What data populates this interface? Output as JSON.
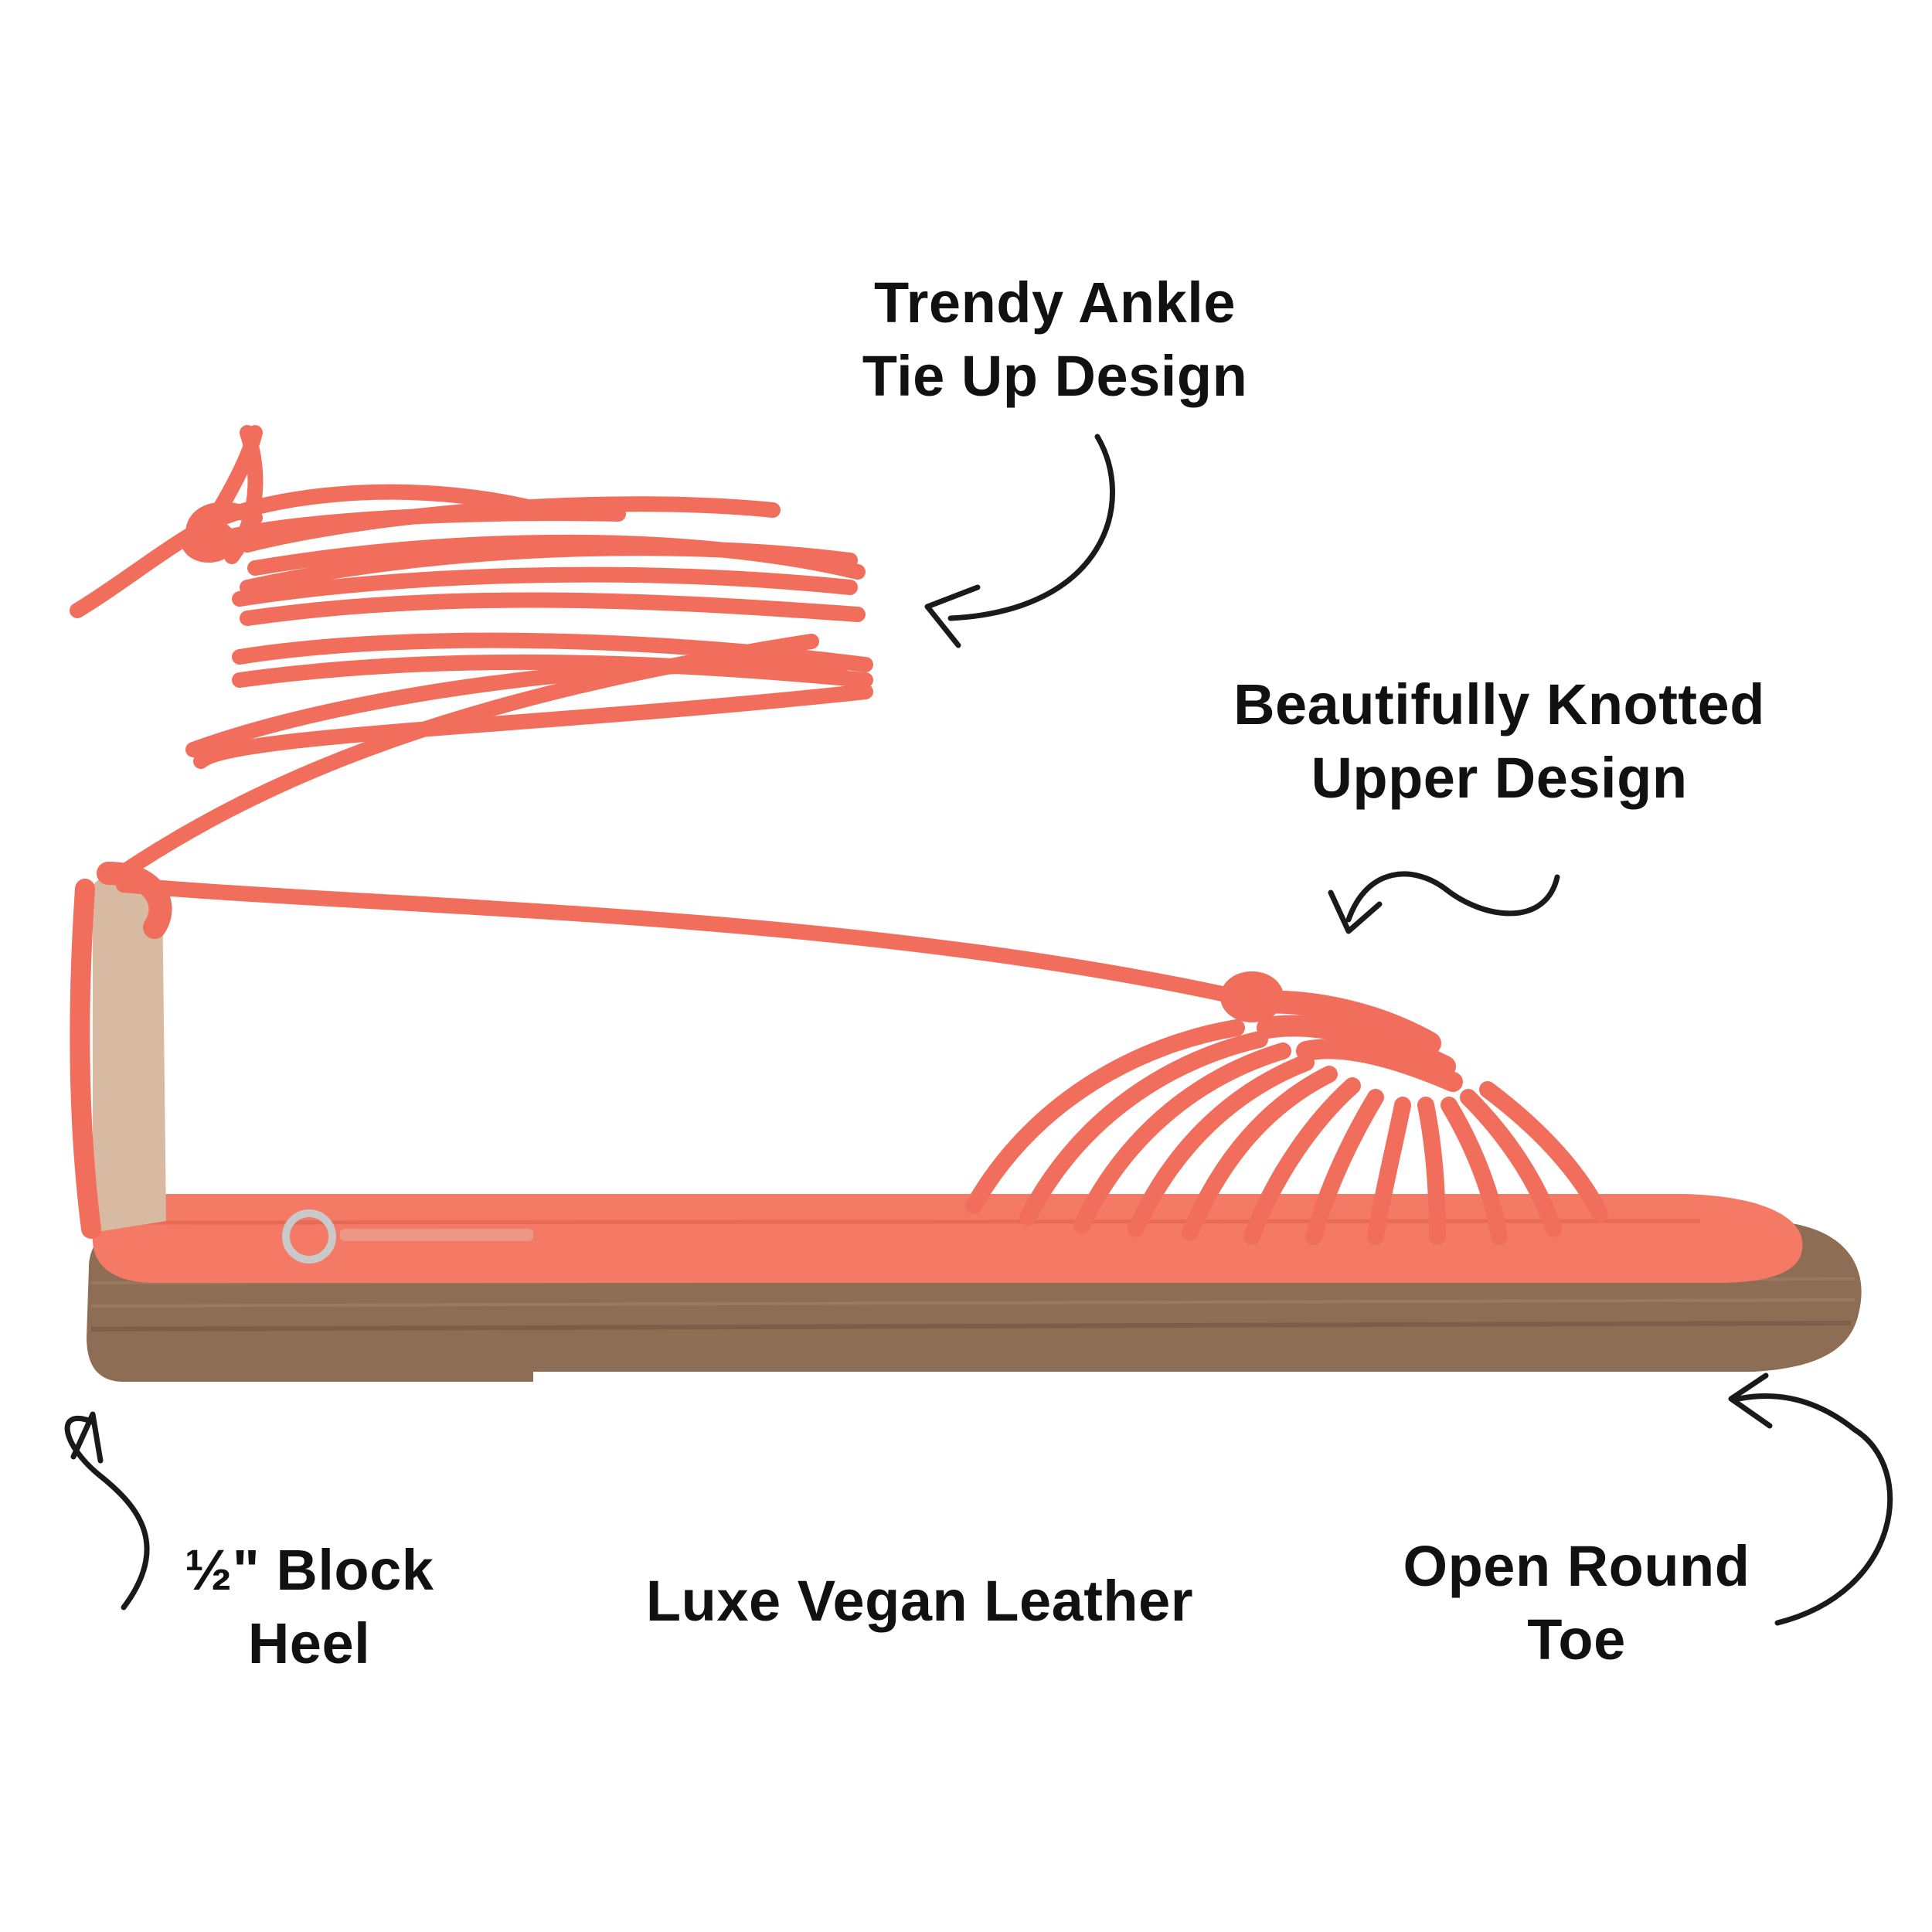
{
  "callouts": {
    "ankle": {
      "line1": "Trendy Ankle",
      "line2": "Tie Up Design"
    },
    "knot": {
      "line1": "Beautifully Knotted",
      "line2": "Upper Design"
    },
    "heel": {
      "line1": "½\" Block",
      "line2": "Heel"
    },
    "vegan": {
      "line1": "Luxe Vegan Leather"
    },
    "toe": {
      "line1": "Open Round",
      "line2": "Toe"
    }
  },
  "colors": {
    "strap": "#F26E5C",
    "strap_shadow": "#D9574A",
    "footbed": "#F47A66",
    "sole": "#8E6D55",
    "sole_dark": "#6E5240",
    "heel_lining": "#D8B9A2",
    "text": "#111111",
    "arrow": "#1A1A1A"
  }
}
